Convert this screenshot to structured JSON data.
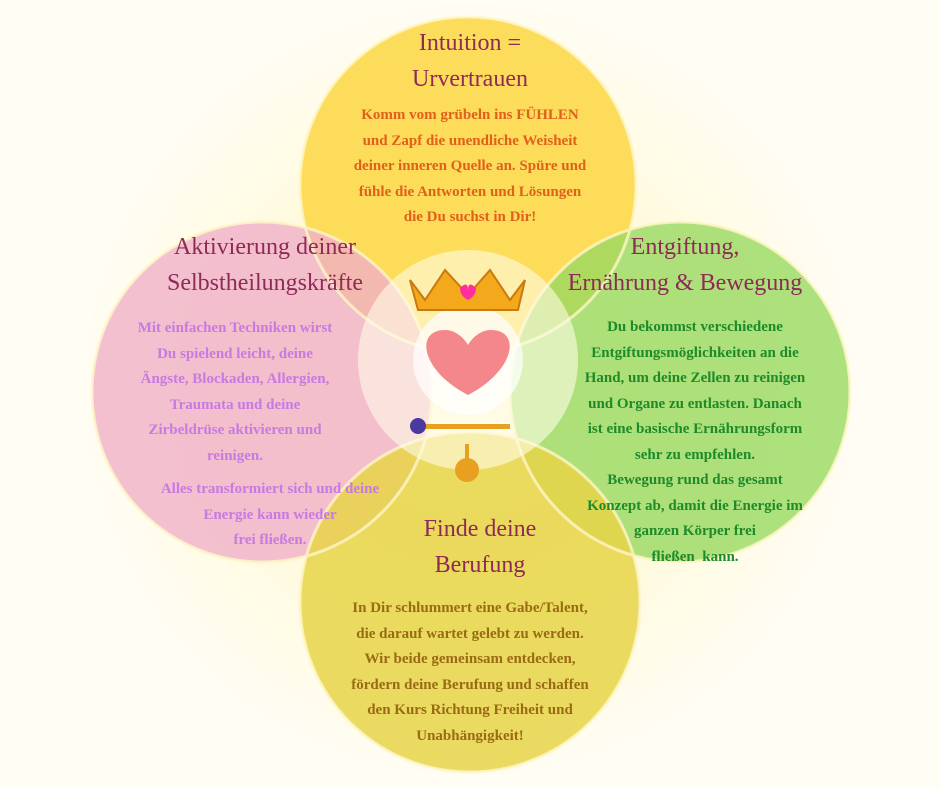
{
  "colors": {
    "top": "#fcd84a",
    "left": "#f2b8cf",
    "right": "#9fdc6a",
    "bottom": "#e8d64a",
    "heading": "#8e2a55"
  },
  "top": {
    "title": "Intuition =\nUrvertrauen",
    "body": "Komm vom grübeln ins FÜHLEN\nund Zapf die unendliche Weisheit\ndeiner inneren Quelle an. Spüre und\nfühle die Antworten und Lösungen\ndie Du suchst in Dir!"
  },
  "left": {
    "title": "Aktivierung deiner\nSelbstheilungskräfte",
    "body": "Mit einfachen Techniken wirst\nDu spielend leicht, deine\nÄngste, Blockaden, Allergien,\nTraumata und deine\nZirbeldrüse aktivieren und\nreinigen.",
    "body2": "Alles transformiert sich und deine\nEnergie kann wieder\nfrei fließen."
  },
  "right": {
    "title": "Entgiftung,\nErnährung & Bewegung",
    "body": "Du bekommst verschiedene\nEntgiftungsmöglichkeiten an die\nHand, um deine Zellen zu reinigen\nund Organe zu entlasten. Danach\nist eine basische Ernährungsform\nsehr zu empfehlen.\nBewegung rund das gesamt\nKonzept ab, damit die Energie im\nganzen Körper frei\nfließen  kann."
  },
  "bottom": {
    "title": "Finde deine\nBerufung",
    "body": "In Dir schlummert eine Gabe/Talent,\ndie darauf wartet gelebt zu werden.\nWir beide gemeinsam entdecken,\nfördern deine Berufung und schaffen\nden Kurs Richtung Freiheit und\nUnabhängigkeit!"
  }
}
